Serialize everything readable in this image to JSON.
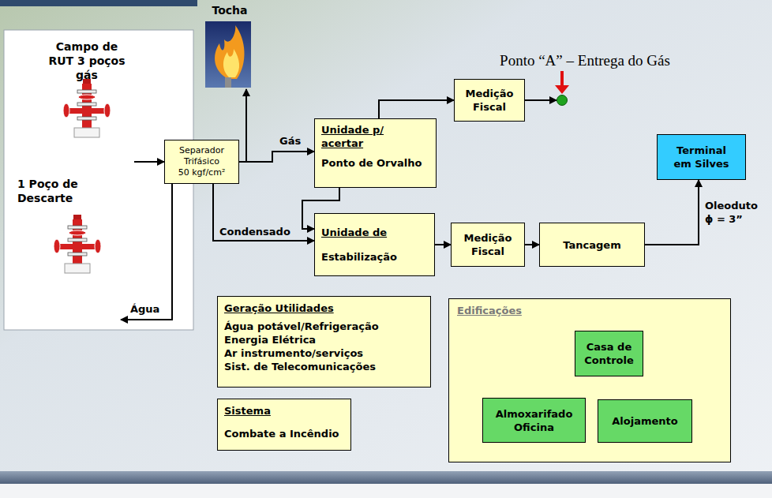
{
  "diagram": {
    "nodes": [
      {
        "text": [
          "Campo de RUT 3 poços gás"
        ]
      },
      {
        "text": [
          "1 Poço de Descarte"
        ]
      },
      {
        "text": [
          "Separador Trifásico 50 kgf/cm²"
        ]
      },
      {
        "text": [
          "Tocha"
        ]
      },
      {
        "text": [
          "Unidade p/ acertar",
          "Ponto de Orvalho"
        ]
      },
      {
        "text": [
          "Medição Fiscal"
        ]
      },
      {
        "text": [
          "Ponto “A” – Entrega do Gás"
        ]
      },
      {
        "text": [
          "Unidade de",
          "Estabilização"
        ]
      },
      {
        "text": [
          "Medição Fiscal"
        ]
      },
      {
        "text": [
          "Tancagem"
        ]
      },
      {
        "text": [
          "Terminal em Silves"
        ]
      },
      {
        "text": [
          "Geração Utilidades",
          "Água potável/Refrigeração",
          "Energia Elétrica",
          "Ar instrumento/serviços",
          "Sist. de Telecomunicações"
        ]
      },
      {
        "text": [
          "Sistema",
          "Combate a Incêndio"
        ]
      },
      {
        "text": [
          "Edificações"
        ]
      },
      {
        "text": [
          "Casa de Controle"
        ],
        "in": 13
      },
      {
        "text": [
          "Almoxarifado Oficina"
        ],
        "in": 13
      },
      {
        "text": [
          "Alojamento"
        ],
        "in": 13
      }
    ],
    "edges": [
      {
        "from": 0,
        "to": 2,
        "arrow": "to"
      },
      {
        "from": 2,
        "to": 1,
        "label": "Água",
        "arrow": "to"
      },
      {
        "from": 2,
        "to": 3,
        "arrow": "to"
      },
      {
        "from": 2,
        "to": 4,
        "label": "Gás",
        "arrow": "to"
      },
      {
        "from": 2,
        "to": 7,
        "label": "Condensado",
        "arrow": "to"
      },
      {
        "from": 4,
        "to": 7,
        "arrow": "to"
      },
      {
        "from": 4,
        "to": 5,
        "arrow": "to"
      },
      {
        "from": 5,
        "to": 6,
        "arrow": "to"
      },
      {
        "from": 7,
        "to": 8,
        "arrow": "to"
      },
      {
        "from": 8,
        "to": 9,
        "arrow": "to"
      },
      {
        "from": 9,
        "to": 10,
        "label": "Oleoduto ϕ = 3”",
        "arrow": "to"
      }
    ]
  }
}
